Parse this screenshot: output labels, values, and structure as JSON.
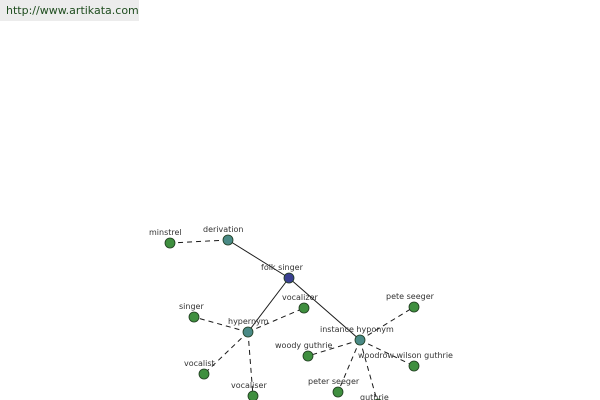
{
  "site_link": {
    "text": "http://www.artikata.com"
  },
  "colors": {
    "center": "#3a3f91",
    "relation": "#4a8a86",
    "term": "#3f8f3f",
    "edge": "#1a1a1a",
    "label": "#333333",
    "link_bar": "#ececec"
  },
  "graph": {
    "nodes": [
      {
        "id": "folk-singer",
        "label": "folk singer",
        "kind": "center"
      },
      {
        "id": "derivation",
        "label": "derivation",
        "kind": "relation"
      },
      {
        "id": "hypernym",
        "label": "hypernym",
        "kind": "relation"
      },
      {
        "id": "instance-hyponym",
        "label": "instance hyponym",
        "kind": "relation"
      },
      {
        "id": "minstrel",
        "label": "minstrel",
        "kind": "term"
      },
      {
        "id": "singer",
        "label": "singer",
        "kind": "term"
      },
      {
        "id": "vocalizer",
        "label": "vocalizer",
        "kind": "term"
      },
      {
        "id": "vocalist",
        "label": "vocalist",
        "kind": "term"
      },
      {
        "id": "vocaliser",
        "label": "vocaliser",
        "kind": "term"
      },
      {
        "id": "pete-seeger",
        "label": "pete seeger",
        "kind": "term"
      },
      {
        "id": "woody-guthrie",
        "label": "woody guthrie",
        "kind": "term"
      },
      {
        "id": "woodrow-wilson-guthrie",
        "label": "woodrow wilson guthrie",
        "kind": "term"
      },
      {
        "id": "peter-seeger",
        "label": "peter seeger",
        "kind": "term"
      },
      {
        "id": "guthrie",
        "label": "guthrie",
        "kind": "term"
      }
    ],
    "edges": [
      {
        "from": "folk-singer",
        "to": "derivation",
        "style": "solid"
      },
      {
        "from": "folk-singer",
        "to": "hypernym",
        "style": "solid"
      },
      {
        "from": "folk-singer",
        "to": "instance-hyponym",
        "style": "solid"
      },
      {
        "from": "derivation",
        "to": "minstrel",
        "style": "dashed"
      },
      {
        "from": "hypernym",
        "to": "singer",
        "style": "dashed"
      },
      {
        "from": "hypernym",
        "to": "vocalizer",
        "style": "dashed"
      },
      {
        "from": "hypernym",
        "to": "vocalist",
        "style": "dashed"
      },
      {
        "from": "hypernym",
        "to": "vocaliser",
        "style": "dashed"
      },
      {
        "from": "instance-hyponym",
        "to": "pete-seeger",
        "style": "dashed"
      },
      {
        "from": "instance-hyponym",
        "to": "woody-guthrie",
        "style": "dashed"
      },
      {
        "from": "instance-hyponym",
        "to": "woodrow-wilson-guthrie",
        "style": "dashed"
      },
      {
        "from": "instance-hyponym",
        "to": "peter-seeger",
        "style": "dashed"
      },
      {
        "from": "instance-hyponym",
        "to": "guthrie",
        "style": "dashed"
      }
    ]
  }
}
